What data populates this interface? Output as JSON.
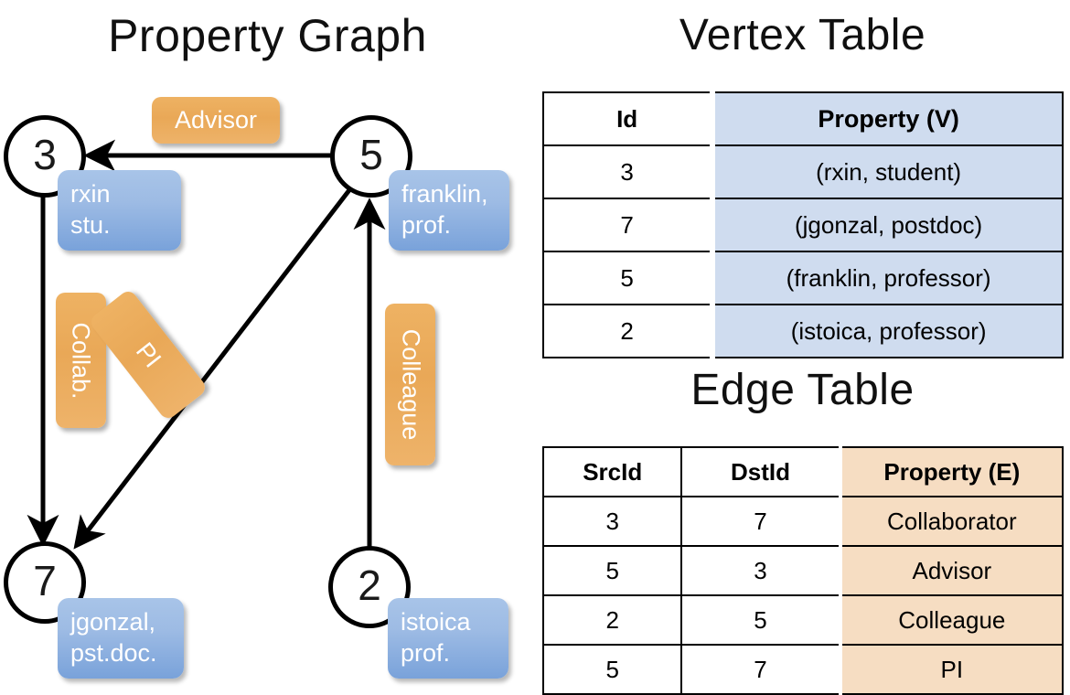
{
  "titles": {
    "property_graph": "Property Graph",
    "vertex_table": "Vertex Table",
    "edge_table": "Edge Table"
  },
  "colors": {
    "vertex_property_fill": "#cfdcef",
    "edge_property_fill": "#f6ddc2",
    "vertex_box_fill": "#9dbbe4",
    "edge_label_fill": "#e9a857",
    "node_stroke": "#000000",
    "background": "#ffffff"
  },
  "graph": {
    "nodes": [
      {
        "id": "3",
        "label": "3",
        "property_line1": "rxin",
        "property_line2": "stu."
      },
      {
        "id": "5",
        "label": "5",
        "property_line1": "franklin,",
        "property_line2": "prof."
      },
      {
        "id": "7",
        "label": "7",
        "property_line1": "jgonzal,",
        "property_line2": "pst.doc."
      },
      {
        "id": "2",
        "label": "2",
        "property_line1": "istoica",
        "property_line2": "prof."
      }
    ],
    "edges": [
      {
        "src": "5",
        "dst": "3",
        "label": "Advisor"
      },
      {
        "src": "3",
        "dst": "7",
        "label": "Collab."
      },
      {
        "src": "5",
        "dst": "7",
        "label": "PI"
      },
      {
        "src": "2",
        "dst": "5",
        "label": "Colleague"
      }
    ]
  },
  "vertex_table": {
    "headers": [
      "Id",
      "Property (V)"
    ],
    "rows": [
      {
        "id": "3",
        "property": "(rxin, student)"
      },
      {
        "id": "7",
        "property": "(jgonzal, postdoc)"
      },
      {
        "id": "5",
        "property": "(franklin, professor)"
      },
      {
        "id": "2",
        "property": "(istoica, professor)"
      }
    ]
  },
  "edge_table": {
    "headers": [
      "SrcId",
      "DstId",
      "Property (E)"
    ],
    "rows": [
      {
        "src": "3",
        "dst": "7",
        "property": "Collaborator"
      },
      {
        "src": "5",
        "dst": "3",
        "property": "Advisor"
      },
      {
        "src": "2",
        "dst": "5",
        "property": "Colleague"
      },
      {
        "src": "5",
        "dst": "7",
        "property": "PI"
      }
    ]
  }
}
